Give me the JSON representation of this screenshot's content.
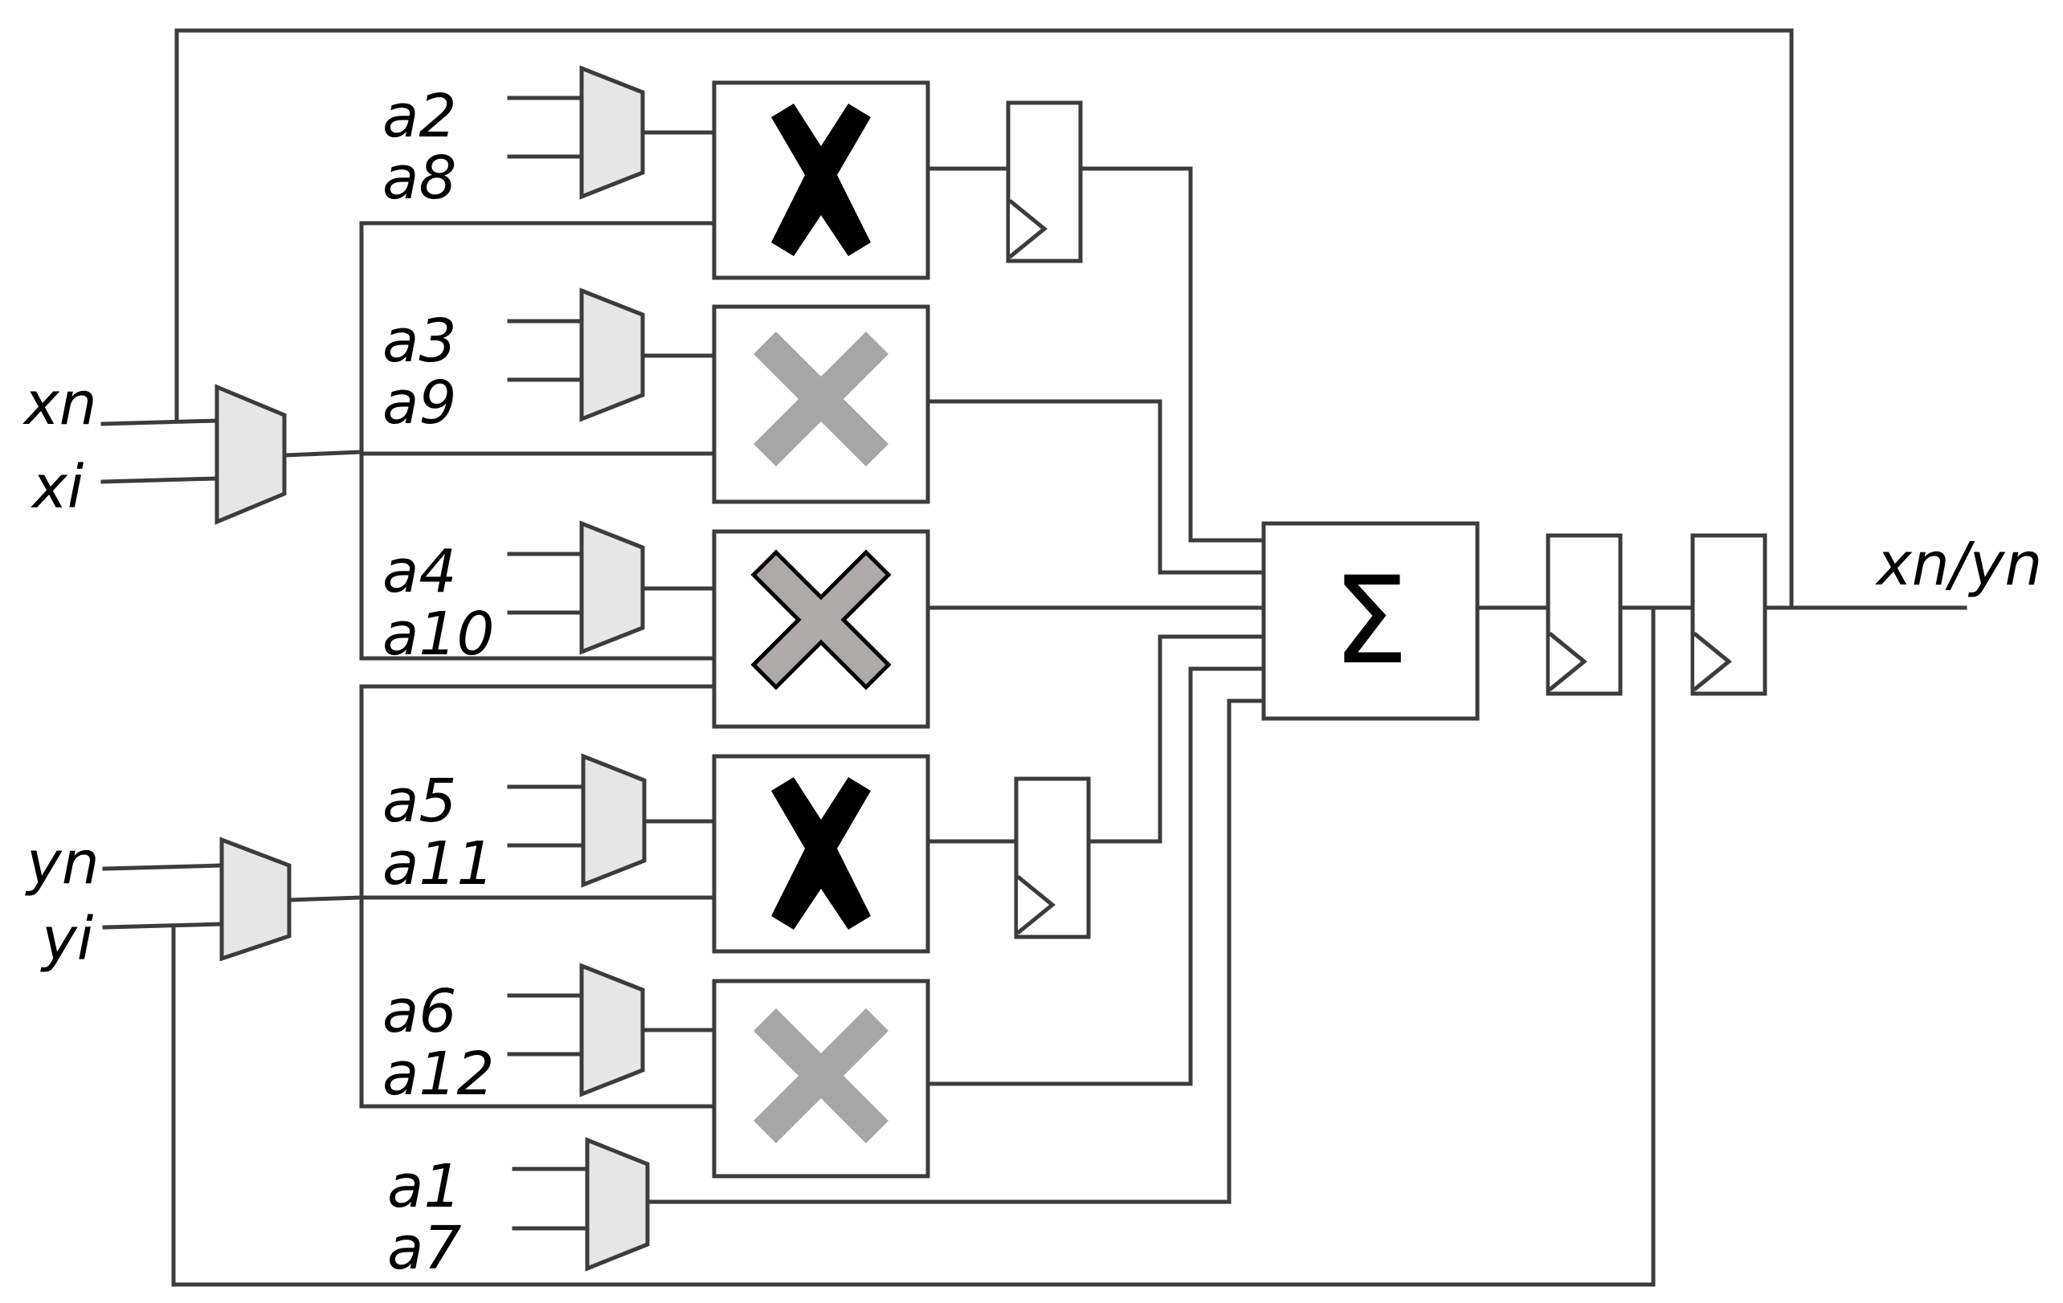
{
  "inputs": {
    "xn": "xn",
    "xi": "xi",
    "yn": "yn",
    "yi": "yi"
  },
  "output": "xn/yn",
  "coefficients": {
    "m1_top": "a2",
    "m1_bottom": "a8",
    "m2_top": "a3",
    "m2_bottom": "a9",
    "m3_top": "a4",
    "m3_bottom": "a10",
    "m4_top": "a5",
    "m4_bottom": "a11",
    "m5_top": "a6",
    "m5_bottom": "a12",
    "m6_top": "a1",
    "m6_bottom": "a7"
  },
  "adder_symbol": "Σ",
  "multiplier_colors": {
    "black": "#000000",
    "light_gray": "#a6a6a6",
    "mid_gray": "#aeaaaa"
  },
  "icons": {
    "multiplier": "multiply-icon",
    "adder": "sigma-icon",
    "register": "flip-flop-icon",
    "mux": "multiplexer-icon"
  }
}
